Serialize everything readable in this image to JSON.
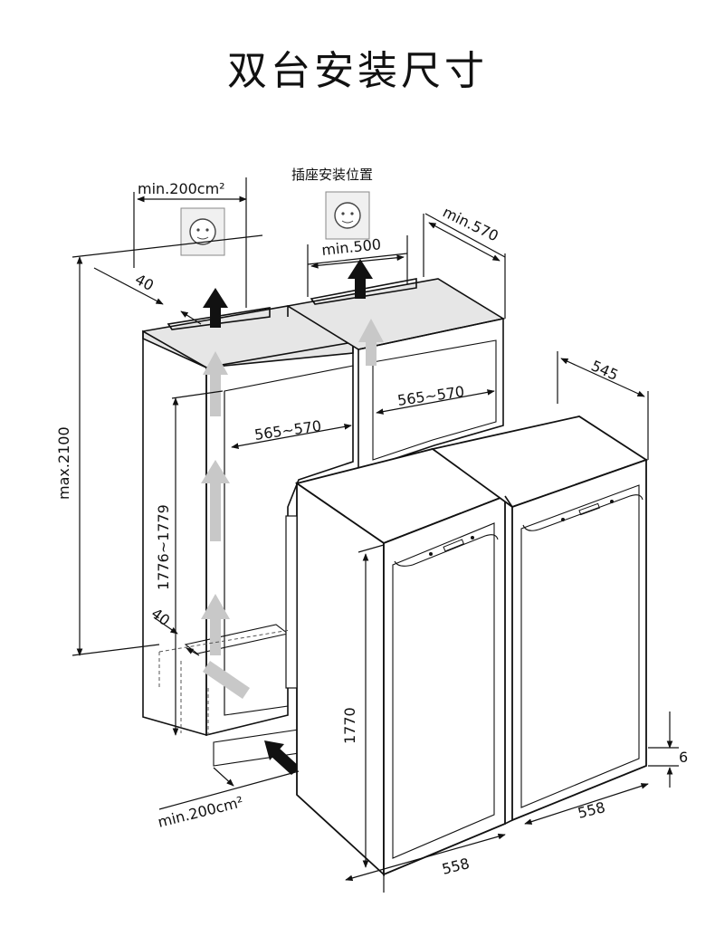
{
  "title": "双台安装尺寸",
  "labels": {
    "vent_top": "min.200cm²",
    "socket": "插座安装位置",
    "depth_min": "min.570",
    "vent_width": "min.500",
    "top_offset": "40",
    "total_height": "max.2100",
    "niche_height": "1776~1779",
    "niche_width_left": "565~570",
    "niche_width_right": "565~570",
    "bottom_offset": "40",
    "fridge_depth": "545",
    "fridge_height": "1770",
    "plinth": "6",
    "fridge_width_left": "558",
    "fridge_width_right": "558",
    "vent_bottom": "min.200cm²"
  },
  "icons": [
    "socket-icon-left",
    "socket-icon-right",
    "airflow-arrow-icon"
  ]
}
